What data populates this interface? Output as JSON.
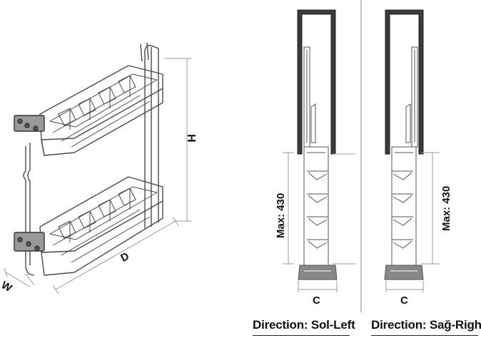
{
  "figure": {
    "labels": {
      "height": "H",
      "depth": "D",
      "width": "W",
      "max_left": "Max: 430",
      "max_right": "Max: 430",
      "c_left": "C",
      "c_right": "C"
    },
    "captions": {
      "left": "Direction: Sol-Left",
      "right": "Direction: Sağ-Right"
    },
    "colors": {
      "line": "#444444",
      "cabinet_frame": "#3a3a3a",
      "dimension": "#999999"
    }
  }
}
